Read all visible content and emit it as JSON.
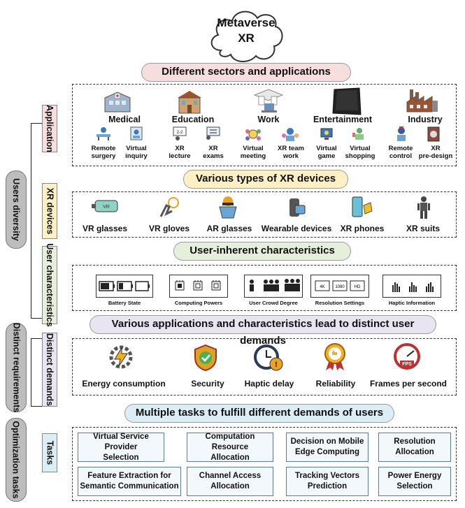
{
  "title": {
    "line1": "Metaverse",
    "line2": "XR"
  },
  "banners": {
    "sectors": "Different sectors and applications",
    "devices": "Various types of XR devices",
    "characteristics": "User-inherent characteristics",
    "demands": "Various applications and characteristics lead to distinct user demands",
    "tasks": "Multiple tasks to fulfill different demands of users"
  },
  "side_labels": {
    "application": "Application",
    "xr_devices": "XR devices",
    "user_characteristics": "User characteristics",
    "distinct_demands": "Distinct demands",
    "tasks": "Tasks"
  },
  "group_labels": {
    "users_diversity": "Users diversity",
    "distinct_requirements": "Distinct requirements",
    "optimization_tasks": "Optimization tasks"
  },
  "sectors": [
    {
      "name": "Medical",
      "apps": [
        {
          "l1": "Remote",
          "l2": "surgery"
        },
        {
          "l1": "Virtual",
          "l2": "inquiry"
        }
      ]
    },
    {
      "name": "Education",
      "apps": [
        {
          "l1": "XR",
          "l2": "lecture"
        },
        {
          "l1": "XR",
          "l2": "exams"
        }
      ]
    },
    {
      "name": "Work",
      "apps": [
        {
          "l1": "Virtual",
          "l2": "meeting"
        },
        {
          "l1": "XR team",
          "l2": "work"
        }
      ]
    },
    {
      "name": "Entertainment",
      "apps": [
        {
          "l1": "Virtual",
          "l2": "game"
        },
        {
          "l1": "Virtual",
          "l2": "shopping"
        }
      ]
    },
    {
      "name": "Industry",
      "apps": [
        {
          "l1": "Remote",
          "l2": "control"
        },
        {
          "l1": "XR",
          "l2": "pre-design"
        }
      ]
    }
  ],
  "devices": [
    "VR glasses",
    "VR gloves",
    "AR glasses",
    "Wearable devices",
    "XR phones",
    "XR suits"
  ],
  "characteristics": [
    "Battery State",
    "Computing Powers",
    "User Crowd Degree",
    "Resolution Settings",
    "Haptic Information"
  ],
  "resolution_tags": [
    "4K",
    "1080",
    "HD"
  ],
  "vr_tag": "VR",
  "fps_tag": "FPS",
  "demands": [
    "Energy consumption",
    "Security",
    "Haptic delay",
    "Reliability",
    "Frames per second"
  ],
  "tasks": [
    {
      "l1": "Virtual Service Provider",
      "l2": "Selection"
    },
    {
      "l1": "Computation Resource",
      "l2": "Allocation"
    },
    {
      "l1": "Decision on Mobile",
      "l2": "Edge Computing"
    },
    {
      "l1": "Resolution",
      "l2": "Allocation"
    },
    {
      "l1": "Feature Extraction for",
      "l2": "Semantic Communication"
    },
    {
      "l1": "Channel Access",
      "l2": "Allocation"
    },
    {
      "l1": "Tracking Vectors",
      "l2": "Prediction"
    },
    {
      "l1": "Power Energy",
      "l2": "Selection"
    }
  ],
  "colors": {
    "sectors_banner": "#f6dede",
    "devices_banner": "#fdf0c4",
    "characteristics_banner": "#e6efd9",
    "demands_banner": "#e8e4f0",
    "tasks_banner": "#dbeef6",
    "application_label": "#f6dede",
    "devices_label": "#fdf0c4",
    "characteristics_label": "#e6efd9",
    "demands_label": "#e8e4f0",
    "tasks_label": "#dbeef6",
    "task_border": "#5a7a9a"
  }
}
